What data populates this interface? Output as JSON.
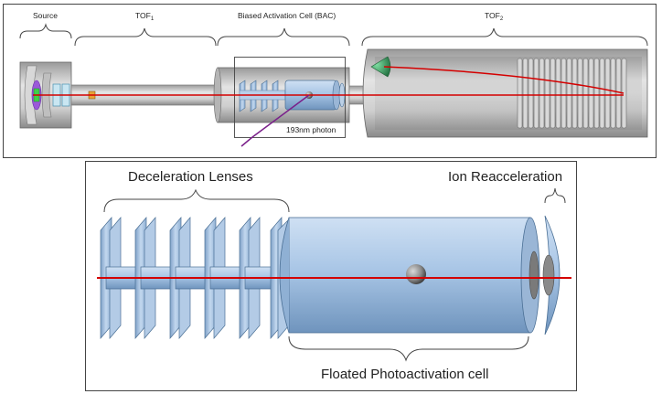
{
  "top_panel": {
    "labels": {
      "source": "Source",
      "tof1": "TOF",
      "tof1_sub": "1",
      "bac": "Biased Activation Cell (BAC)",
      "tof2": "TOF",
      "tof2_sub": "2",
      "photon": "193nm photon"
    }
  },
  "bottom_panel": {
    "labels": {
      "deceleration": "Deceleration Lenses",
      "reacceleration": "Ion Reacceleration",
      "floated": "Floated Photoactivation cell"
    }
  },
  "colors": {
    "beam": "#d40000",
    "photon_beam": "#7a1f8a",
    "component_blue": "#a9c6e6",
    "component_edge": "#4a6f95",
    "housing_gray": "#c9c9c9",
    "ion_green": "#2f9a5a",
    "frame": "#444444"
  }
}
